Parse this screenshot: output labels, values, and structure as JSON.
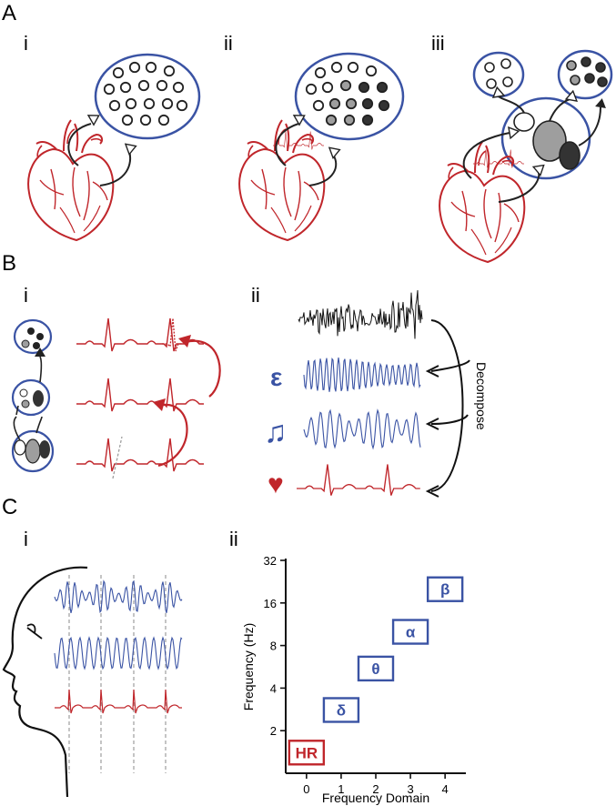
{
  "panels": {
    "A": {
      "label": "A",
      "subs": [
        "i",
        "ii",
        "iii"
      ]
    },
    "B": {
      "label": "B",
      "subs": [
        "i",
        "ii"
      ],
      "decompose_label": "Decompose",
      "glyphs": {
        "epsilon": "ε",
        "music": "♫",
        "heart": "♥"
      }
    },
    "C": {
      "label": "C",
      "subs": [
        "i",
        "ii"
      ]
    }
  },
  "chart_data": {
    "type": "scatter",
    "xlabel": "Frequency Domain",
    "ylabel": "Frequency (Hz)",
    "x_ticks": [
      0,
      1,
      2,
      3,
      4
    ],
    "y_ticks": [
      2,
      4,
      8,
      16,
      32
    ],
    "y_scale": "log2",
    "points": [
      {
        "label": "HR",
        "x": 0,
        "y": 1.4,
        "color": "#c0262b"
      },
      {
        "label": "δ",
        "x": 1,
        "y": 2.8,
        "color": "#3a53a4"
      },
      {
        "label": "θ",
        "x": 2,
        "y": 5.5,
        "color": "#3a53a4"
      },
      {
        "label": "α",
        "x": 3,
        "y": 10,
        "color": "#3a53a4"
      },
      {
        "label": "β",
        "x": 4,
        "y": 20,
        "color": "#3a53a4"
      }
    ]
  },
  "colors": {
    "heart": "#c0262b",
    "blue": "#3a53a4",
    "black": "#222222",
    "grey": "#9e9e9e"
  }
}
